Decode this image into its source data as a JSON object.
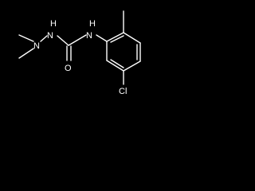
{
  "molecule": {
    "background_color": "#000000",
    "bond_color": "#ffffff",
    "label_color": "#ffffff",
    "atoms": {
      "hydrazine_n": "N",
      "hydrazine_nh": "NH",
      "urea_nh": "NH",
      "carbonyl_o": "O",
      "chlorine": "Cl"
    },
    "hydrogen_labels": {
      "hydrazine_nh_h": "H",
      "urea_nh_h": "H"
    }
  }
}
